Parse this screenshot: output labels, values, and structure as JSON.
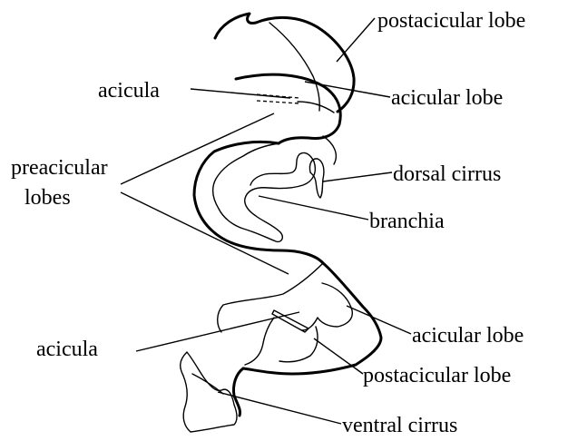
{
  "labels": {
    "postacicular_lobe_top": "postacicular lobe",
    "acicula_top": "acicula",
    "acicular_lobe_top": "acicular lobe",
    "preacicular_lobes_line1": "preacicular",
    "preacicular_lobes_line2": "lobes",
    "dorsal_cirrus": "dorsal cirrus",
    "branchia": "branchia",
    "acicular_lobe_bottom": "acicular lobe",
    "acicula_bottom": "acicula",
    "postacicular_lobe_bottom": "postacicular lobe",
    "ventral_cirrus": "ventral cirrus"
  },
  "colors": {
    "ink": "#000000",
    "background": "#ffffff"
  }
}
